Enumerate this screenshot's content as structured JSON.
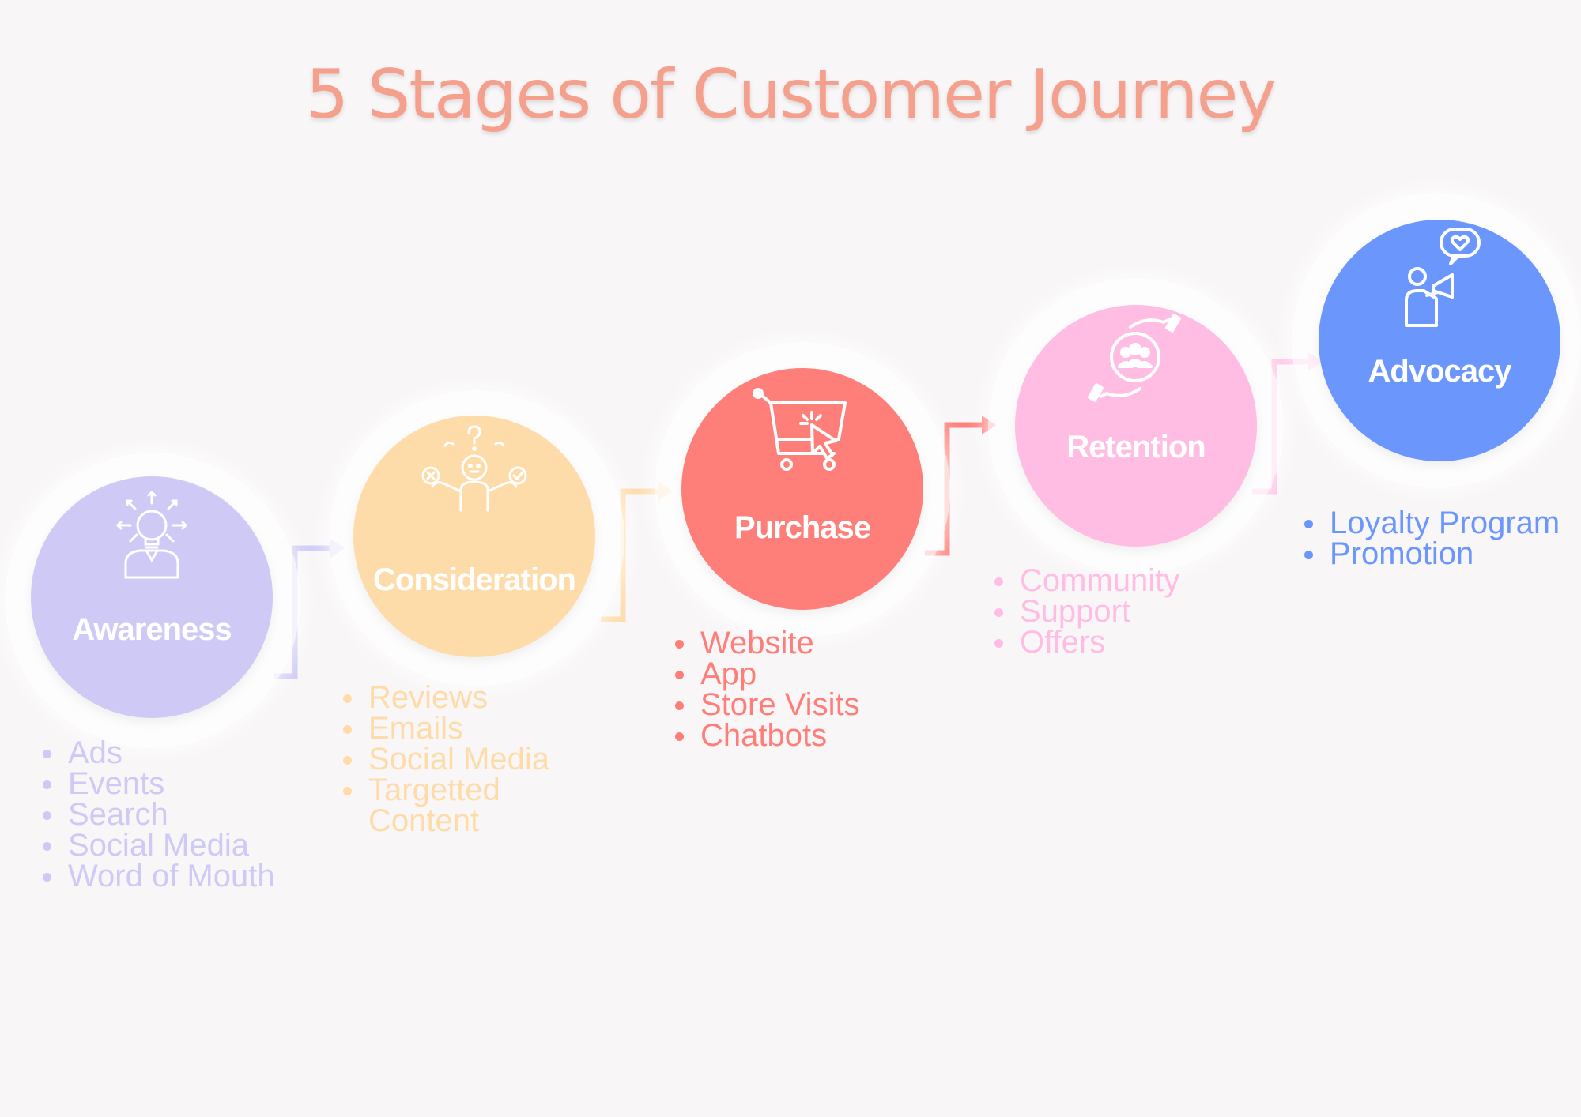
{
  "title": "5 Stages of Customer Journey",
  "colors": {
    "title": "#f4a08c",
    "awareness": "#cfcaf5",
    "consideration": "#fedcaa",
    "purchase": "#fe7f79",
    "retention": "#ffbde3",
    "advocacy": "#6b97fd"
  },
  "stages": [
    {
      "id": "awareness",
      "label": "Awareness",
      "icon": "lightbulb-person-icon",
      "items": [
        "Ads",
        "Events",
        "Search",
        "Social Media",
        "Word of Mouth"
      ]
    },
    {
      "id": "consideration",
      "label": "Consideration",
      "icon": "thinking-person-icon",
      "items": [
        "Reviews",
        "Emails",
        "Social Media",
        "Targetted Content"
      ]
    },
    {
      "id": "purchase",
      "label": "Purchase",
      "icon": "shopping-cart-click-icon",
      "items": [
        "Website",
        "App",
        "Store Visits",
        "Chatbots"
      ]
    },
    {
      "id": "retention",
      "label": "Retention",
      "icon": "community-hands-icon",
      "items": [
        "Community",
        "Support",
        "Offers"
      ]
    },
    {
      "id": "advocacy",
      "label": "Advocacy",
      "icon": "megaphone-person-icon",
      "items": [
        "Loyalty Program",
        "Promotion"
      ]
    }
  ]
}
